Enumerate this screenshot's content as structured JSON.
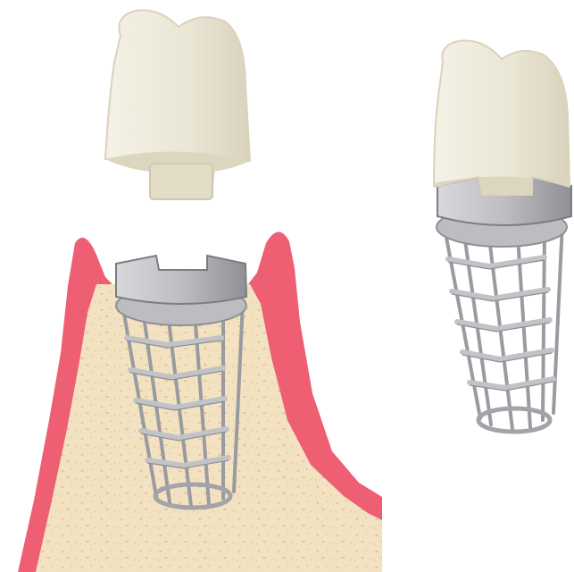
{
  "diagram": {
    "panels": [
      {
        "id": "installed",
        "parts": [
          "crown",
          "gum",
          "jaw-bone",
          "implant"
        ]
      },
      {
        "id": "assembled",
        "parts": [
          "crown",
          "implant"
        ]
      }
    ],
    "colors": {
      "background": "#ffffff",
      "gum": "#ee5f74",
      "bone": "#f3e2c2",
      "bone_speckle": "#e2c48f",
      "crown": "#ebe7d6",
      "crown_shadow": "#ddd6bf",
      "metal_light": "#c9c9cd",
      "metal_dark": "#8f9095",
      "metal_stroke": "#7c7d82"
    }
  }
}
